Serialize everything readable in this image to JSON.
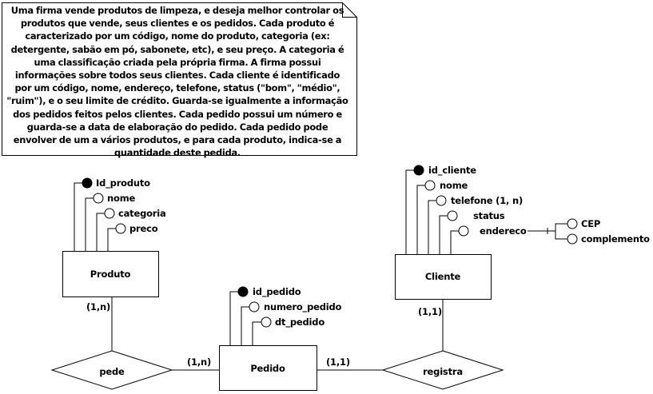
{
  "note": {
    "text": "Uma firma vende produtos de limpeza, e deseja melhor controlar os produtos que vende, seus clientes e os pedidos. Cada produto é caracterizado por um código, nome do produto, categoria (ex: detergente, sabão em pó, sabonete, etc), e seu preço. A categoria é uma classificação criada pela própria firma. A firma possui informações sobre todos seus clientes. Cada cliente é identificado por um código, nome, endereço, telefone, status (\"bom\", \"médio\", \"ruim\"), e o seu limite de crédito. Guarda-se igualmente a informação dos pedidos feitos pelos clientes. Cada pedido possui um número e guarda-se a data de elaboração do pedido. Cada pedido pode envolver de um a vários produtos, e para cada produto, indica-se a quantidade deste pedida."
  },
  "entities": {
    "produto": {
      "name": "Produto",
      "attributes": [
        {
          "label": "Id_produto",
          "key": true
        },
        {
          "label": "nome",
          "key": false
        },
        {
          "label": "categoria",
          "key": false
        },
        {
          "label": "preco",
          "key": false
        }
      ]
    },
    "pedido": {
      "name": "Pedido",
      "attributes": [
        {
          "label": "id_pedido",
          "key": true
        },
        {
          "label": "numero_pedido",
          "key": false
        },
        {
          "label": "dt_pedido",
          "key": false
        }
      ]
    },
    "cliente": {
      "name": "Cliente",
      "attributes": [
        {
          "label": "id_cliente",
          "key": true
        },
        {
          "label": "nome",
          "key": false
        },
        {
          "label": "telefone (1, n)",
          "key": false
        },
        {
          "label": "status",
          "key": false
        },
        {
          "label": "endereco",
          "key": false
        }
      ],
      "composite": {
        "parent": "endereco",
        "children": [
          "CEP",
          "complemento"
        ]
      }
    }
  },
  "relationships": {
    "pede": {
      "name": "pede",
      "card_produto": "(1,n)",
      "card_pedido": "(1,n)"
    },
    "registra": {
      "name": "registra",
      "card_pedido": "(1,1)",
      "card_cliente": "(1,1)"
    }
  }
}
